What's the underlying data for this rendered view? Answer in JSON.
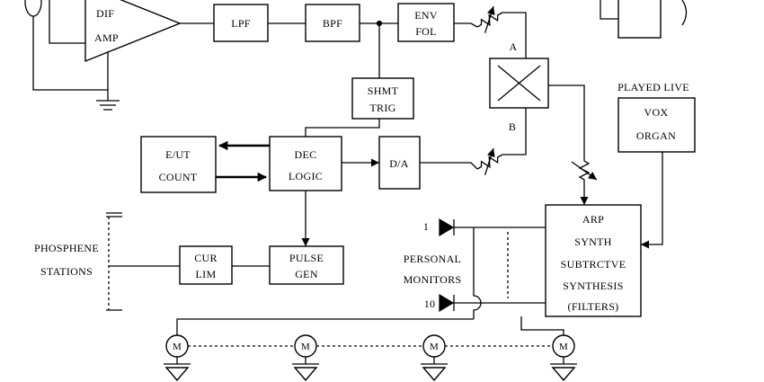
{
  "colors": {
    "ink": "#000000",
    "paper": "#ffffff"
  },
  "dif_amp": {
    "line1": "DIF",
    "line2": "AMP"
  },
  "lpf": {
    "label": "LPF"
  },
  "bpf": {
    "label": "BPF"
  },
  "env_fol": {
    "line1": "ENV",
    "line2": "FOL"
  },
  "multiplier": {
    "input_a": "A",
    "input_b": "B"
  },
  "shmt_trig": {
    "line1": "SHMT",
    "line2": "TRIG"
  },
  "played_live_caption": "PLAYED LIVE",
  "vox_organ": {
    "line1": "VOX",
    "line2": "ORGAN"
  },
  "eut_count": {
    "line1": "E/UT",
    "line2": "COUNT"
  },
  "dec_logic": {
    "line1": "DEC",
    "line2": "LOGIC"
  },
  "d_a": {
    "label": "D/A"
  },
  "arp_synth": {
    "lines": [
      "ARP",
      "SYNTH",
      "SUBTRCTVE",
      "SYNTHESIS",
      "(FILTERS)"
    ]
  },
  "personal_monitors": {
    "line1": "PERSONAL",
    "line2": "MONITORS",
    "first": "1",
    "last": "10"
  },
  "phosphene_stations": {
    "line1": "PHOSPHENE",
    "line2": "STATIONS"
  },
  "cur_lim": {
    "line1": "CUR",
    "line2": "LIM"
  },
  "pulse_gen": {
    "line1": "PULSE",
    "line2": "GEN"
  },
  "motors": [
    {
      "label": "M"
    },
    {
      "label": "M"
    },
    {
      "label": "M"
    },
    {
      "label": "M"
    }
  ]
}
